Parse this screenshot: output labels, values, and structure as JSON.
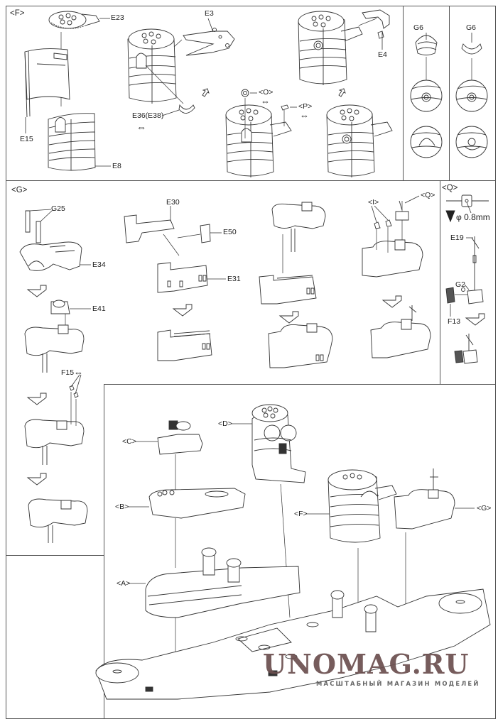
{
  "document": {
    "type": "model kit assembly instructions"
  },
  "sections": {
    "F": {
      "title": "<F>",
      "parts": [
        "E23",
        "E15",
        "E8",
        "E3",
        "E36(E38)",
        "E4"
      ],
      "sub_callouts": [
        "<O>",
        "<P>"
      ],
      "symbol_note": "⇔"
    },
    "G6_detail_left": {
      "part": "G6"
    },
    "G6_detail_right": {
      "part": "G6"
    },
    "G": {
      "title": "<G>",
      "parts": [
        "G25",
        "E34",
        "E41",
        "F15",
        "E30",
        "E50",
        "E31"
      ],
      "sub_callouts": [
        "<I>",
        "<Q>"
      ]
    },
    "Q": {
      "title": "<Q>",
      "drill_note": "φ 0.8mm",
      "parts": [
        "E19",
        "G2",
        "F13"
      ]
    },
    "final_assembly": {
      "callouts": [
        "<A>",
        "<B>",
        "<C>",
        "<D>",
        "<F>",
        "<G>"
      ]
    }
  },
  "watermark": {
    "brand": "UNOMAG.RU",
    "tagline": "МАСШТАБНЫЙ МАГАЗИН МОДЕЛЕЙ"
  }
}
